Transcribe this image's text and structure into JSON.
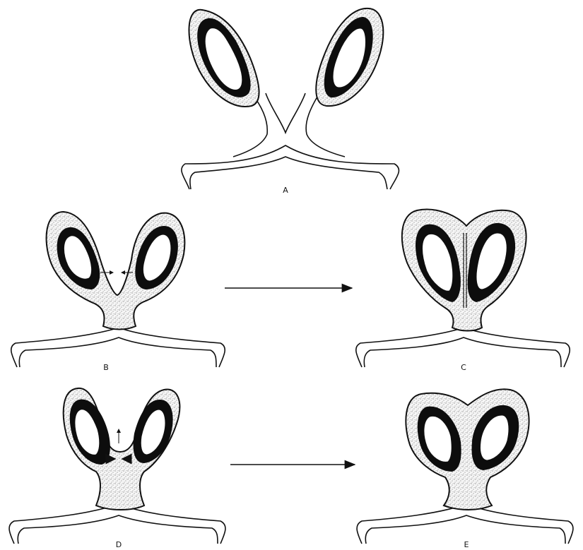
{
  "panels": [
    {
      "id": "A",
      "label": "A"
    },
    {
      "id": "B",
      "label": "B"
    },
    {
      "id": "C",
      "label": "C"
    },
    {
      "id": "D",
      "label": "D"
    },
    {
      "id": "E",
      "label": "E"
    }
  ],
  "colors": {
    "ink": "#111111",
    "stipple_fill": "#f3f3f3",
    "dark_band": "#0d0d0d",
    "background": "#ffffff"
  }
}
